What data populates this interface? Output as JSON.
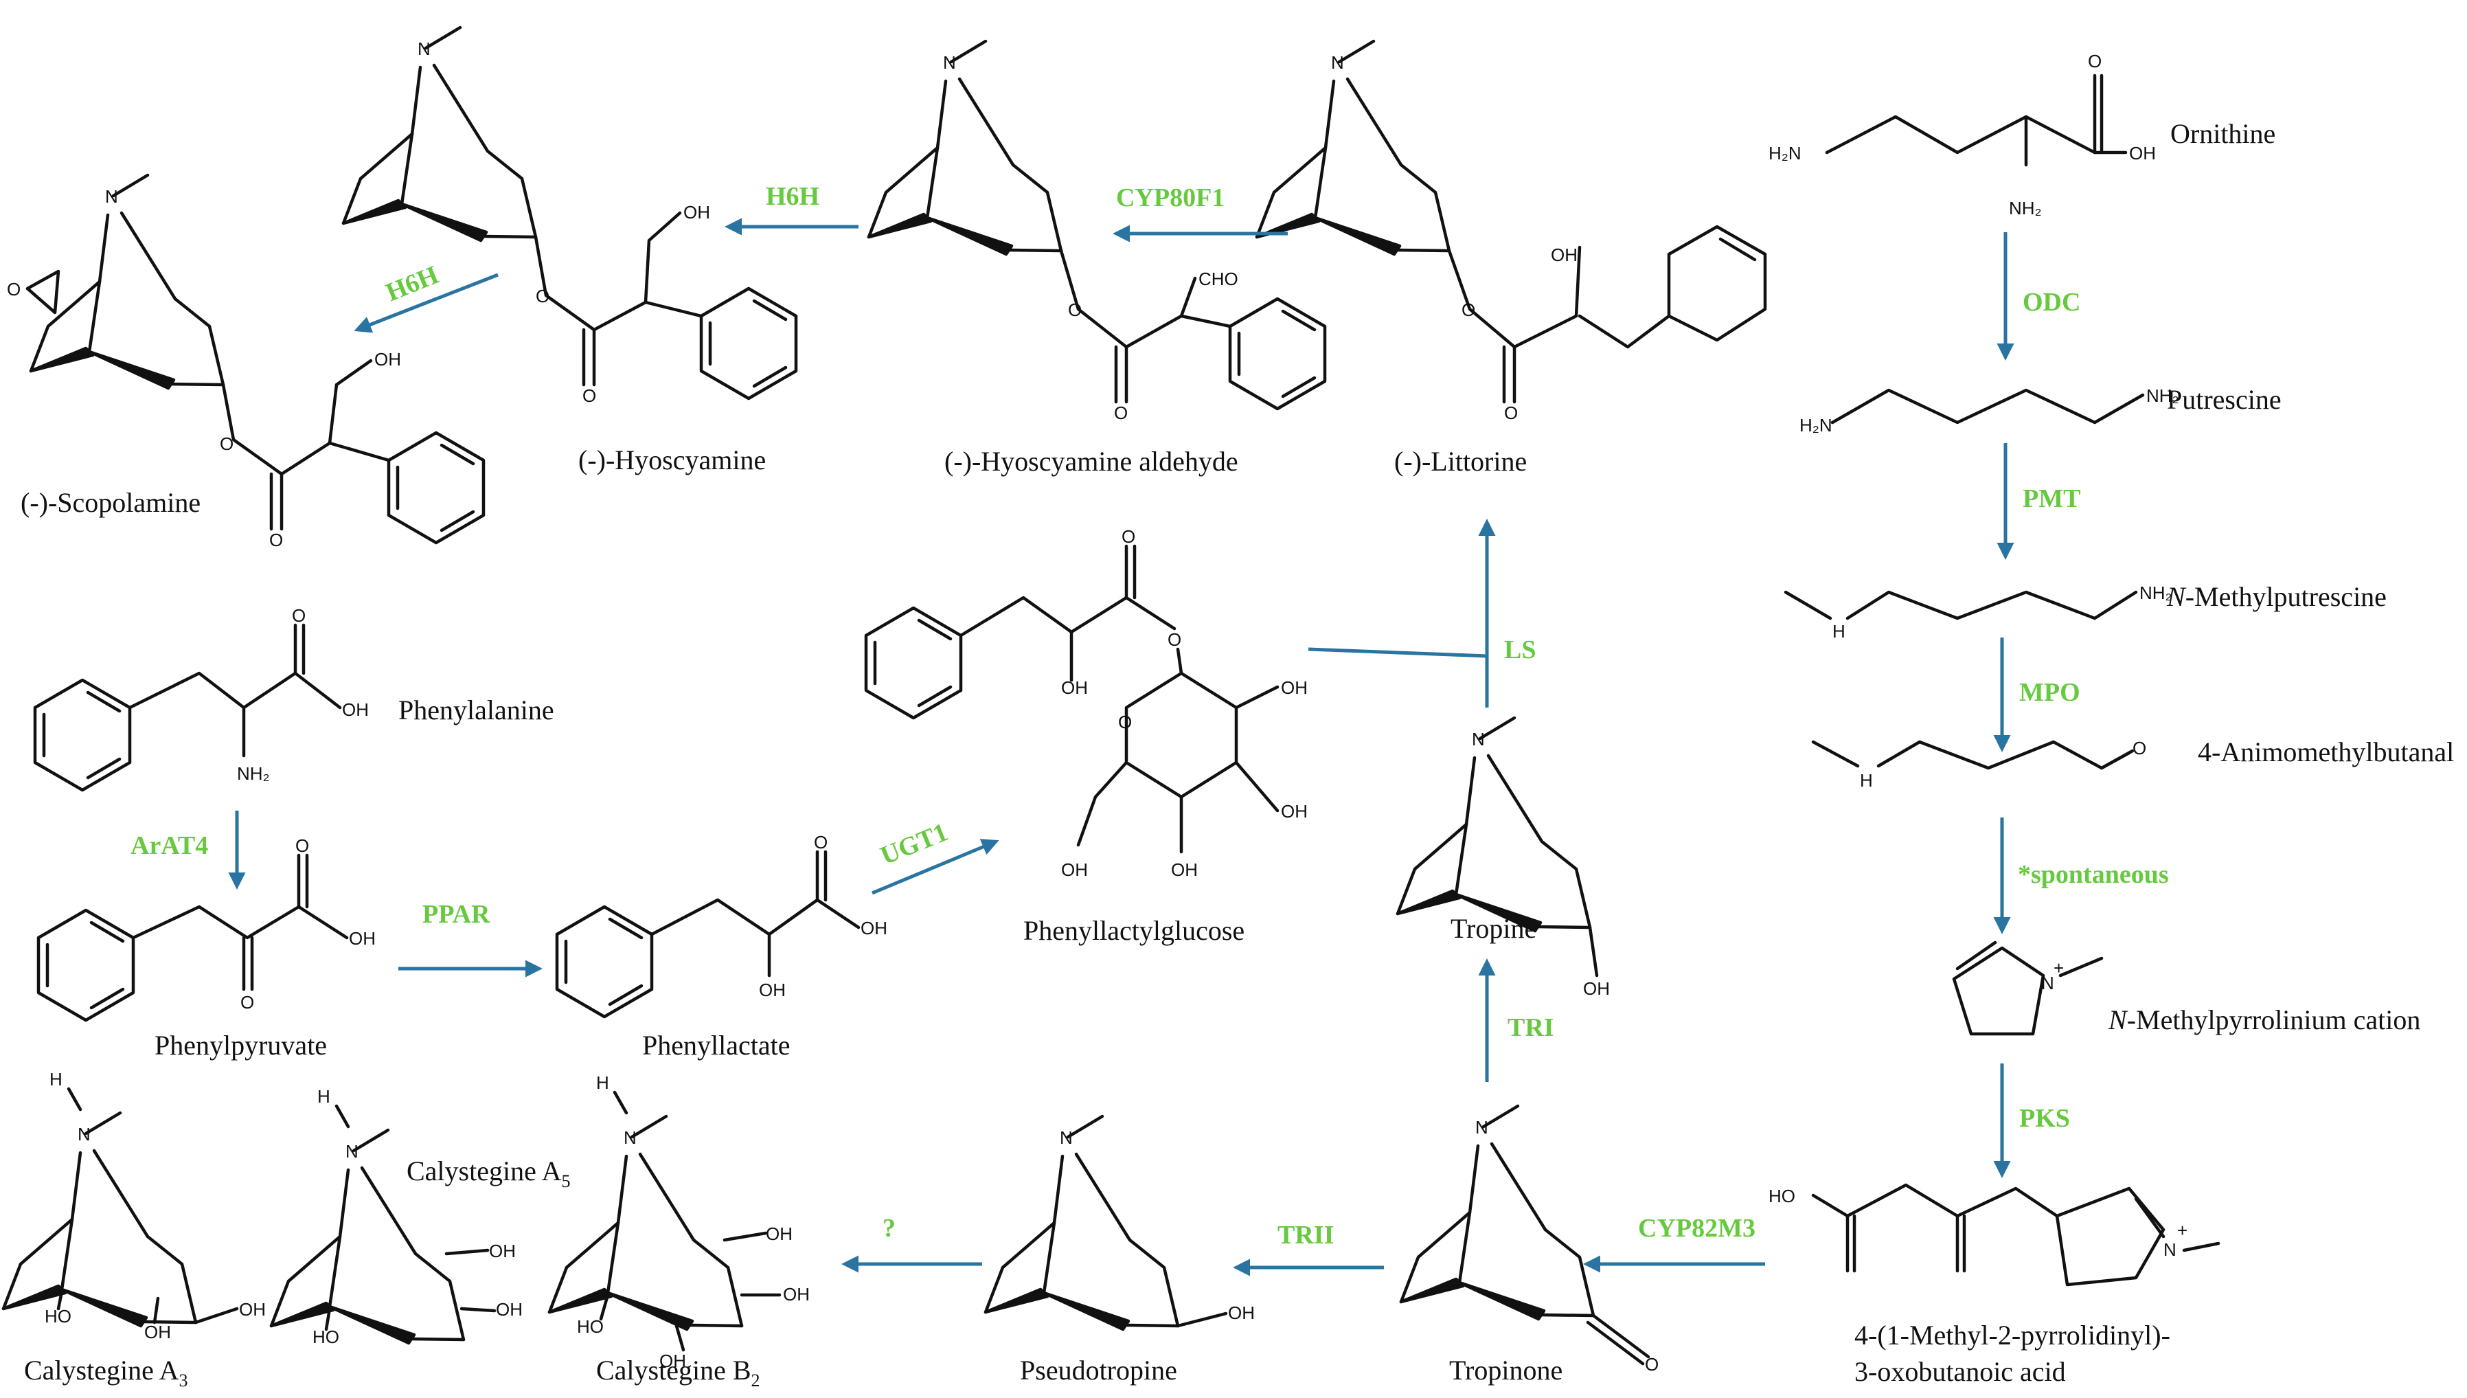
{
  "compounds": {
    "ornithine": "Ornithine",
    "putrescine": "Putrescine",
    "n_methylputrescine_italic": "N",
    "n_methylputrescine_rest": "-Methylputrescine",
    "animomethylbutanal": "4-Animomethylbutanal",
    "pyrrolinium_italic": "N",
    "pyrrolinium_rest": "-Methylpyrrolinium cation",
    "oxobutanoic_line1": "4-(1-Methyl-2-pyrrolidinyl)-",
    "oxobutanoic_line2": "3-oxobutanoic acid",
    "tropinone": "Tropinone",
    "pseudotropine": "Pseudotropine",
    "calystegine_b2": "Calystegine B",
    "calystegine_b2_sub": "2",
    "calystegine_a3": "Calystegine A",
    "calystegine_a3_sub": "3",
    "calystegine_a5": "Calystegine A",
    "calystegine_a5_sub": "5",
    "tropine": "Tropine",
    "phenyllactylglucose": "Phenyllactylglucose",
    "phenylalanine": "Phenylalanine",
    "phenylpyruvate": "Phenylpyruvate",
    "phenyllactate": "Phenyllactate",
    "littorine": "(-)-Littorine",
    "hyoscyamine_aldehyde": "(-)-Hyoscyamine aldehyde",
    "hyoscyamine": "(-)-Hyoscyamine",
    "scopolamine": "(-)-Scopolamine"
  },
  "enzymes": {
    "odc": "ODC",
    "pmt": "PMT",
    "mpo": "MPO",
    "spontaneous": "*spontaneous",
    "pks": "PKS",
    "cyp82m3": "CYP82M3",
    "trii": "TRII",
    "unknown": "?",
    "tri": "TRI",
    "ls": "LS",
    "cyp80f1": "CYP80F1",
    "h6h_1": "H6H",
    "h6h_2": "H6H",
    "arat4": "ArAT4",
    "ppar": "PPAR",
    "ugt1": "UGT1"
  },
  "atoms": {
    "h2n": "H₂N",
    "nh2": "NH₂",
    "oh": "OH",
    "ho": "HO",
    "o": "O",
    "n": "N",
    "h": "H",
    "nplus": "N",
    "plus": "+",
    "nh": "H",
    "cho": "CHO"
  },
  "colors": {
    "arrow": "#2a74a2",
    "enzyme": "#66c93e",
    "structure": "#111111"
  }
}
